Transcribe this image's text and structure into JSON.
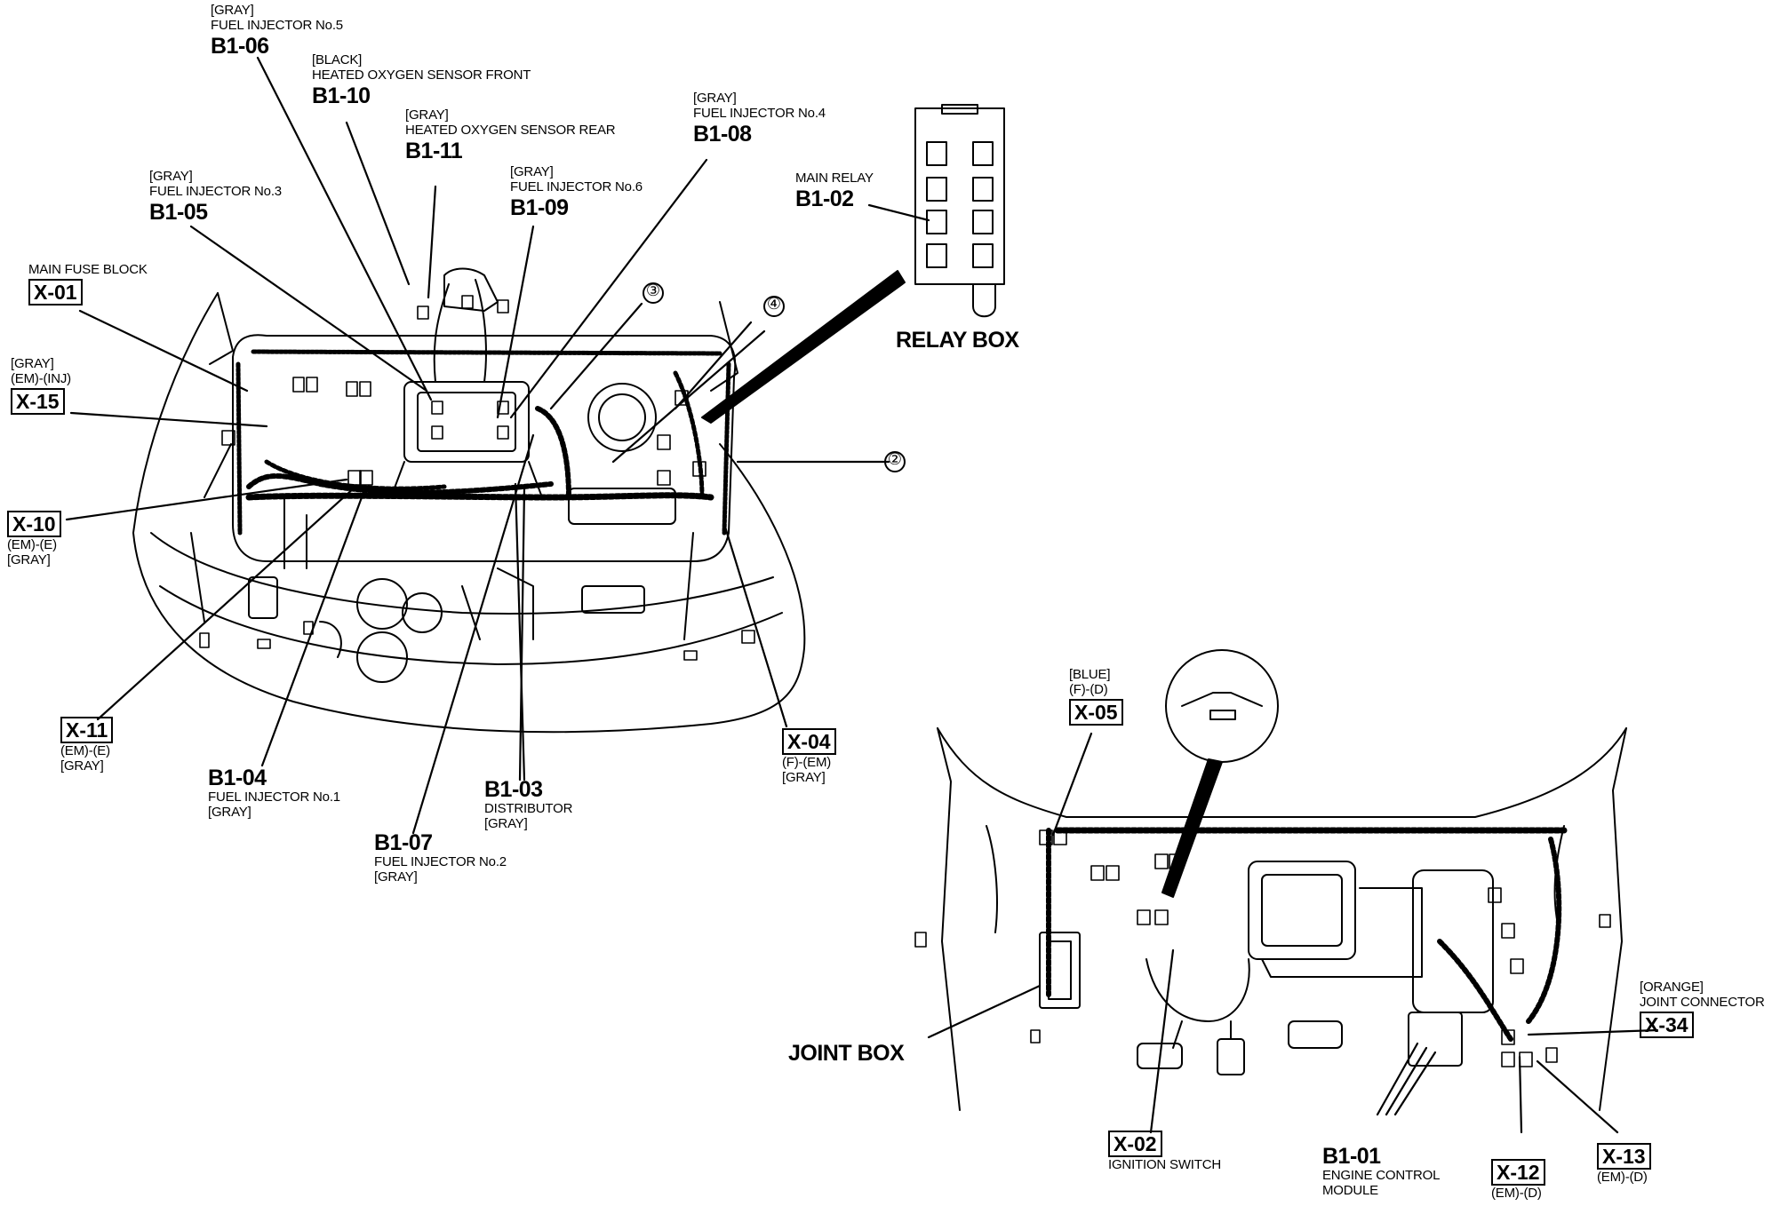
{
  "labels": {
    "b1_06": {
      "color": "[GRAY]",
      "name": "FUEL INJECTOR No.5",
      "code": "B1-06"
    },
    "b1_10": {
      "color": "[BLACK]",
      "name": "HEATED OXYGEN SENSOR FRONT",
      "code": "B1-10"
    },
    "b1_11": {
      "color": "[GRAY]",
      "name": "HEATED OXYGEN SENSOR REAR",
      "code": "B1-11"
    },
    "b1_05": {
      "color": "[GRAY]",
      "name": "FUEL INJECTOR No.3",
      "code": "B1-05"
    },
    "b1_09": {
      "color": "[GRAY]",
      "name": "FUEL INJECTOR No.6",
      "code": "B1-09"
    },
    "b1_08": {
      "color": "[GRAY]",
      "name": "FUEL INJECTOR No.4",
      "code": "B1-08"
    },
    "b1_02": {
      "name": "MAIN RELAY",
      "code": "B1-02"
    },
    "relay_box": "RELAY BOX",
    "x_01": {
      "name": "MAIN FUSE BLOCK",
      "code": "X-01"
    },
    "x_15": {
      "color": "[GRAY]",
      "sub": "(EM)-(INJ)",
      "code": "X-15"
    },
    "x_10": {
      "code": "X-10",
      "sub": "(EM)-(E)",
      "color": "[GRAY]"
    },
    "x_11": {
      "code": "X-11",
      "sub": "(EM)-(E)",
      "color": "[GRAY]"
    },
    "b1_04": {
      "code": "B1-04",
      "name": "FUEL INJECTOR No.1",
      "color": "[GRAY]"
    },
    "b1_07": {
      "code": "B1-07",
      "name": "FUEL INJECTOR No.2",
      "color": "[GRAY]"
    },
    "b1_03": {
      "code": "B1-03",
      "name": "DISTRIBUTOR",
      "color": "[GRAY]"
    },
    "x_04": {
      "code": "X-04",
      "sub": "(F)-(EM)",
      "color": "[GRAY]"
    },
    "x_05": {
      "color": "[BLUE]",
      "sub": "(F)-(D)",
      "code": "X-05"
    },
    "x_34": {
      "color": "[ORANGE]",
      "name": "JOINT CONNECTOR",
      "code": "X-34"
    },
    "joint_box": "JOINT BOX",
    "x_02": {
      "code": "X-02",
      "name": "IGNITION SWITCH"
    },
    "b1_01": {
      "code": "B1-01",
      "name_line1": "ENGINE CONTROL",
      "name_line2": "MODULE"
    },
    "x_12": {
      "code": "X-12",
      "sub": "(EM)-(D)"
    },
    "x_13": {
      "code": "X-13",
      "sub": "(EM)-(D)"
    }
  },
  "markers": [
    "②",
    "③",
    "④"
  ]
}
